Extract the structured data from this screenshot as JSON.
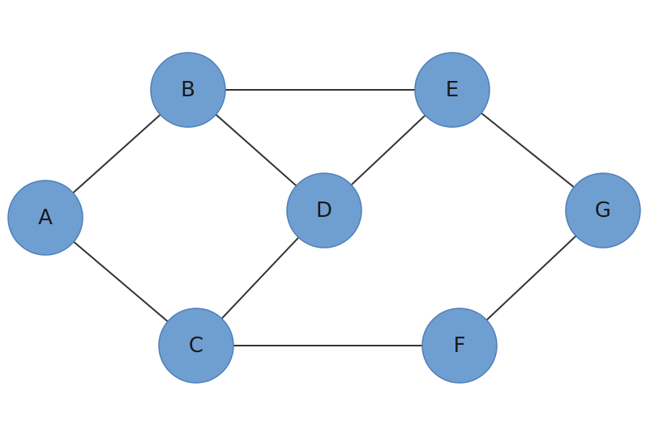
{
  "graph": {
    "node_fill": "#6f9fd1",
    "edge_color": "#333333",
    "nodes": [
      {
        "id": "A",
        "label": "A"
      },
      {
        "id": "B",
        "label": "B"
      },
      {
        "id": "C",
        "label": "C"
      },
      {
        "id": "D",
        "label": "D"
      },
      {
        "id": "E",
        "label": "E"
      },
      {
        "id": "F",
        "label": "F"
      },
      {
        "id": "G",
        "label": "G"
      }
    ],
    "edges": [
      [
        "A",
        "B"
      ],
      [
        "A",
        "C"
      ],
      [
        "B",
        "D"
      ],
      [
        "B",
        "E"
      ],
      [
        "C",
        "D"
      ],
      [
        "C",
        "F"
      ],
      [
        "D",
        "E"
      ],
      [
        "E",
        "G"
      ],
      [
        "F",
        "G"
      ]
    ]
  }
}
